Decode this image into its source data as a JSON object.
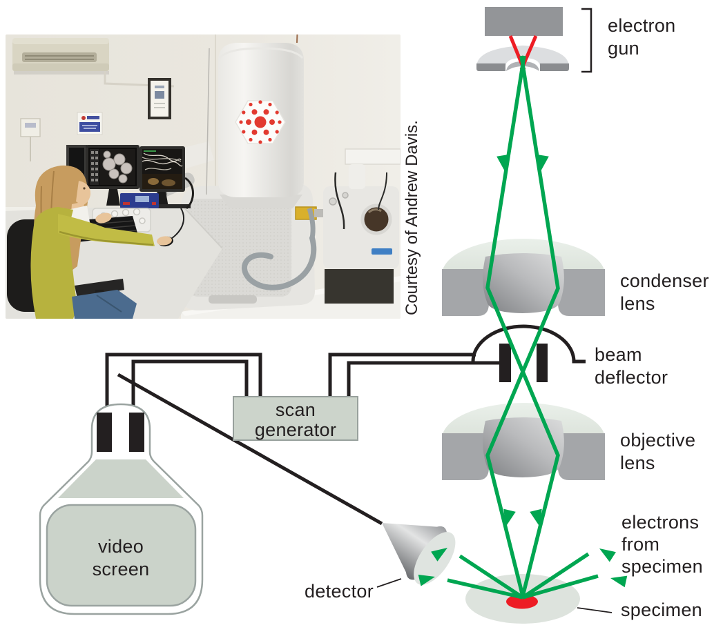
{
  "photo": {
    "credit": "Courtesy of Andrew Davis."
  },
  "labels": {
    "electron_gun": {
      "l1": "electron",
      "l2": "gun"
    },
    "condenser_lens": {
      "l1": "condenser",
      "l2": "lens"
    },
    "beam_deflector": {
      "l1": "beam",
      "l2": "deflector"
    },
    "objective_lens": {
      "l1": "objective",
      "l2": "lens"
    },
    "electrons_from_specimen": {
      "l1": "electrons",
      "l2": "from",
      "l3": "specimen"
    },
    "specimen": {
      "l1": "specimen"
    },
    "detector": {
      "l1": "detector"
    },
    "video_screen": {
      "l1": "video",
      "l2": "screen"
    },
    "scan_generator": {
      "l1": "scan",
      "l2": "generator"
    }
  },
  "colors": {
    "beam_green": "#00a651",
    "beam_red": "#ed1c24",
    "panel_fill": "#ccd4cb",
    "panel_border": "#97a09c",
    "lens_metal_gray": "#a4a6a9",
    "lens_top_light": "#e3e9e2",
    "gun_gray": "#939598",
    "line_black": "#231f20"
  }
}
